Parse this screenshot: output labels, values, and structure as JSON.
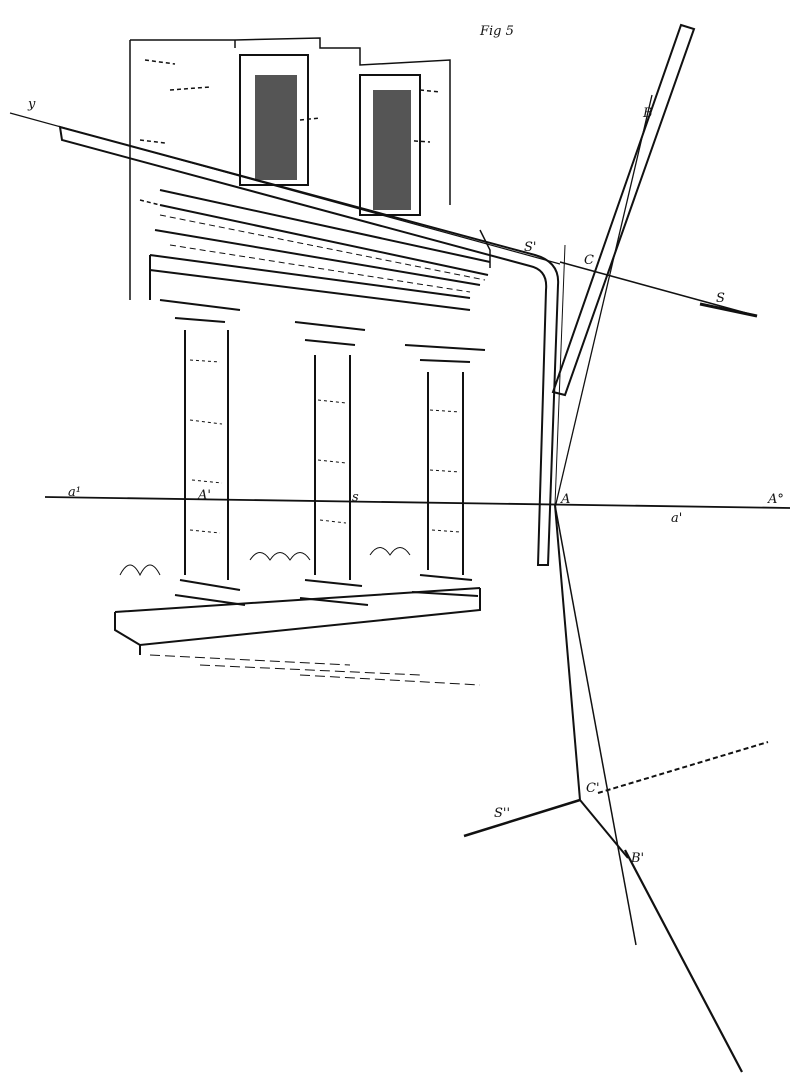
{
  "figure": {
    "title": "Fig 5",
    "labels": {
      "y": "y",
      "B": "B",
      "S_prime": "S'",
      "C": "C",
      "S": "S",
      "a1": "a¹",
      "A_prime": "A'",
      "s": "s",
      "A": "A",
      "A_deg": "A°",
      "a_prime": "a'",
      "S_double": "S''",
      "C_prime": "C'",
      "B_prime": "B'"
    }
  }
}
